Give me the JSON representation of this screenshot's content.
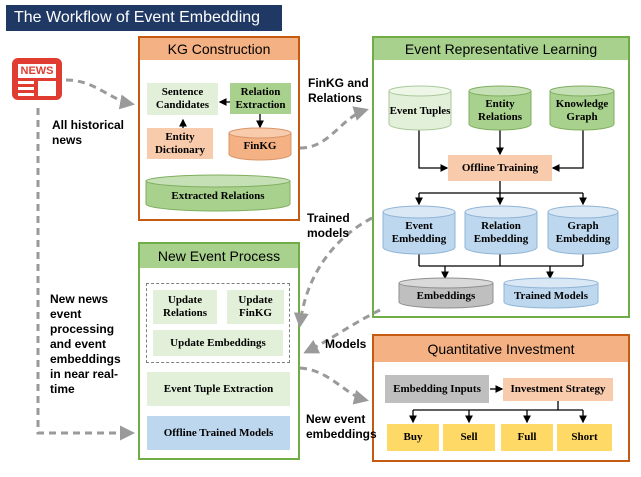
{
  "title": "The Workflow of Event Embedding",
  "news_icon_label": "NEWS",
  "labels": {
    "all_historical_news": "All historical news",
    "finkg_relations": "FinKG and Relations",
    "trained_models": "Trained models",
    "models": "Models",
    "new_news": "New news event processing and event embeddings in near real-time",
    "new_event_embeddings": "New event embeddings"
  },
  "kg_construction": {
    "header": "KG Construction",
    "sentence_candidates": "Sentence Candidates",
    "relation_extraction": "Relation Extraction",
    "entity_dictionary": "Entity Dictionary",
    "finkg": "FinKG",
    "extracted_relations": "Extracted Relations"
  },
  "event_learning": {
    "header": "Event Representative Learning",
    "event_tuples": "Event Tuples",
    "entity_relations": "Entity Relations",
    "knowledge_graph": "Knowledge Graph",
    "offline_training": "Offline Training",
    "event_embedding": "Event Embedding",
    "relation_embedding": "Relation Embedding",
    "graph_embedding": "Graph Embedding",
    "embeddings": "Embeddings",
    "trained_models": "Trained Models"
  },
  "new_event_process": {
    "header": "New Event Process",
    "update_relations": "Update Relations",
    "update_finkg": "Update FinKG",
    "update_embeddings": "Update Embeddings",
    "event_tuple_extraction": "Event Tuple Extraction",
    "offline_trained_models": "Offline Trained Models"
  },
  "quant_investment": {
    "header": "Quantitative Investment",
    "embedding_inputs": "Embedding Inputs",
    "investment_strategy": "Investment Strategy",
    "buy": "Buy",
    "sell": "Sell",
    "full": "Full",
    "short": "Short"
  },
  "colors": {
    "title_bg": "#1f3864",
    "orange_header": "#f4b183",
    "green_header": "#a9d18e",
    "green_border": "#70ad47",
    "orange_border": "#c55a11",
    "light_green": "#e2f0d9",
    "mid_green": "#a9d18e",
    "peach": "#f8cbad",
    "light_blue": "#bdd7ee",
    "grey": "#bfbfbf",
    "yellow": "#ffd966",
    "news_red": "#e03c31"
  }
}
